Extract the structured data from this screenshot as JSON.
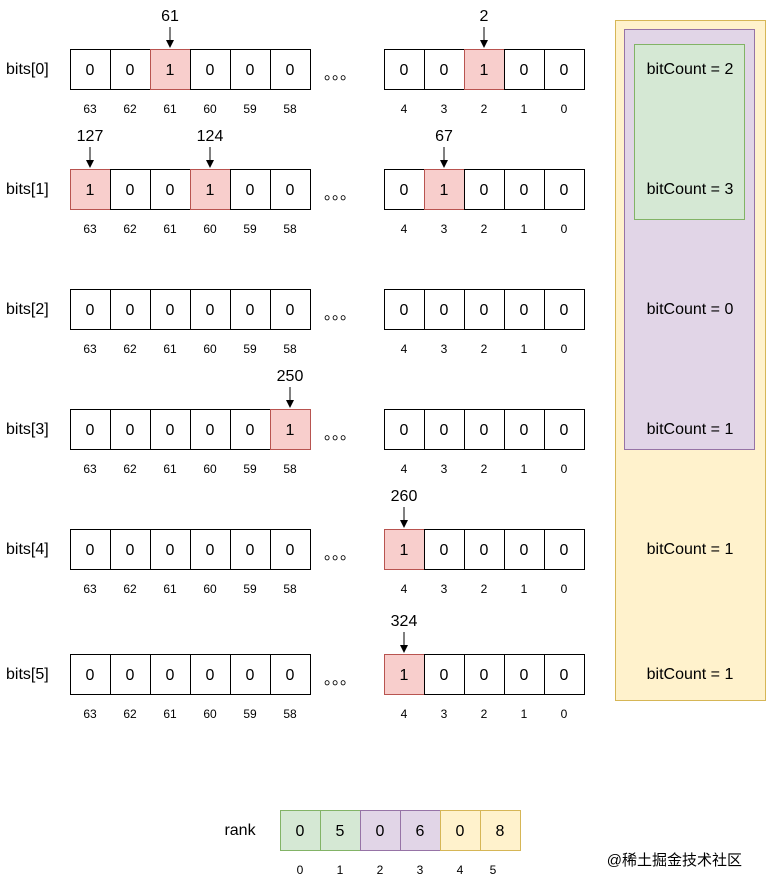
{
  "colors": {
    "cell_fill": "#ffffff",
    "set_fill": "#f8cecc",
    "set_stroke": "#b85450",
    "cell_stroke": "#000000",
    "green_fill": "#d5e8d4",
    "green_stroke": "#82b366",
    "purple_fill": "#e1d5e7",
    "purple_stroke": "#9673a6",
    "yellow_fill": "#fff2cc",
    "yellow_stroke": "#d6b656"
  },
  "ellipsis": "。。。",
  "left_indices": [
    "63",
    "62",
    "61",
    "60",
    "59",
    "58"
  ],
  "right_indices": [
    "4",
    "3",
    "2",
    "1",
    "0"
  ],
  "rows": [
    {
      "label": "bits[0]",
      "left": [
        "0",
        "0",
        "1",
        "0",
        "0",
        "0"
      ],
      "right": [
        "0",
        "0",
        "1",
        "0",
        "0"
      ],
      "markers": [
        {
          "side": "left",
          "cell": 2,
          "text": "61"
        },
        {
          "side": "right",
          "cell": 2,
          "text": "2"
        }
      ]
    },
    {
      "label": "bits[1]",
      "left": [
        "1",
        "0",
        "0",
        "1",
        "0",
        "0"
      ],
      "right": [
        "0",
        "1",
        "0",
        "0",
        "0"
      ],
      "markers": [
        {
          "side": "left",
          "cell": 0,
          "text": "127"
        },
        {
          "side": "left",
          "cell": 3,
          "text": "124"
        },
        {
          "side": "right",
          "cell": 1,
          "text": "67"
        }
      ]
    },
    {
      "label": "bits[2]",
      "left": [
        "0",
        "0",
        "0",
        "0",
        "0",
        "0"
      ],
      "right": [
        "0",
        "0",
        "0",
        "0",
        "0"
      ],
      "markers": []
    },
    {
      "label": "bits[3]",
      "left": [
        "0",
        "0",
        "0",
        "0",
        "0",
        "1"
      ],
      "right": [
        "0",
        "0",
        "0",
        "0",
        "0"
      ],
      "markers": [
        {
          "side": "left",
          "cell": 5,
          "text": "250"
        }
      ]
    },
    {
      "label": "bits[4]",
      "left": [
        "0",
        "0",
        "0",
        "0",
        "0",
        "0"
      ],
      "right": [
        "1",
        "0",
        "0",
        "0",
        "0"
      ],
      "markers": [
        {
          "side": "right",
          "cell": 0,
          "text": "260"
        }
      ]
    },
    {
      "label": "bits[5]",
      "left": [
        "0",
        "0",
        "0",
        "0",
        "0",
        "0"
      ],
      "right": [
        "1",
        "0",
        "0",
        "0",
        "0"
      ],
      "markers": [
        {
          "side": "right",
          "cell": 0,
          "text": "324"
        }
      ]
    }
  ],
  "bitcount_labels": [
    "bitCount = 2",
    "bitCount = 3",
    "bitCount = 0",
    "bitCount = 1",
    "bitCount = 1",
    "bitCount = 1"
  ],
  "rank": {
    "label": "rank",
    "values": [
      "0",
      "5",
      "0",
      "6",
      "0",
      "8"
    ],
    "indices": [
      "0",
      "1",
      "2",
      "3",
      "4",
      "5"
    ],
    "groups": [
      "green",
      "green",
      "purple",
      "purple",
      "yellow",
      "yellow"
    ]
  },
  "watermark": "@稀土掘金技术社区"
}
